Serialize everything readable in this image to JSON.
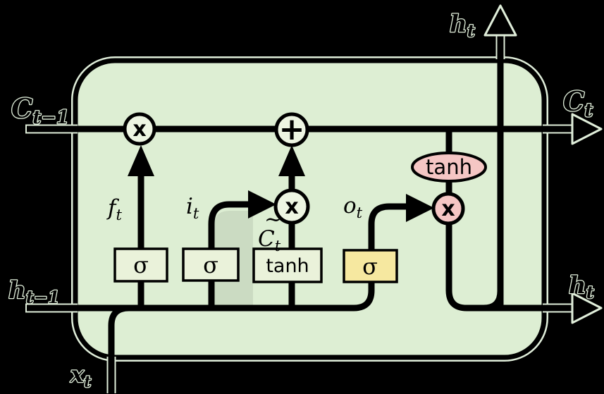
{
  "diagram": {
    "type": "lstm-cell-diagram",
    "colors": {
      "background": "#000000",
      "cell_fill": "#ddeed3",
      "cell_border": "#000000",
      "casing": "#e0eeda",
      "gate_box_fill": "#eaf2da",
      "output_gate_fill": "#f6e8a0",
      "operator_circle_fill": "#edf5e2",
      "pink_fill": "#f5c6c4",
      "line": "#000000",
      "shadow": "rgba(0,0,0,0.08)"
    },
    "external_labels": {
      "cell_state_in": {
        "main": "C",
        "sub": "t−1"
      },
      "cell_state_out": {
        "main": "C",
        "sub": "t"
      },
      "hidden_out_top": {
        "main": "h",
        "sub": "t"
      },
      "hidden_out_right": {
        "main": "h",
        "sub": "t"
      },
      "hidden_in": {
        "main": "h",
        "sub": "t−1"
      },
      "input": {
        "main": "x",
        "sub": "t"
      }
    },
    "internal_labels": {
      "forget": {
        "main": "f",
        "sub": "t"
      },
      "input_gate": {
        "main": "i",
        "sub": "t"
      },
      "candidate": {
        "tilde": "~",
        "main": "C",
        "sub": "t"
      },
      "output_gate": {
        "main": "o",
        "sub": "t"
      }
    },
    "gates": {
      "forget_sigma": "σ",
      "input_sigma": "σ",
      "candidate_tanh": "tanh",
      "output_sigma": "σ"
    },
    "operators": {
      "forget_multiply": "x",
      "state_add": "+",
      "state_tanh": "tanh",
      "output_multiply": "x"
    }
  }
}
